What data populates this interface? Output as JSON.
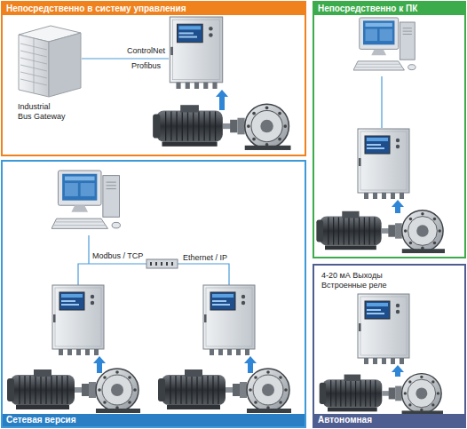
{
  "diagram": {
    "nodes": [
      {
        "text": [
          "Непосредственно в систему управления"
        ]
      },
      {
        "text": [
          "Industrial Bus Gateway"
        ],
        "in": 0
      },
      {
        "text": [
          "Непосредственно к ПК"
        ]
      },
      {
        "text": [
          "Сетевая версия"
        ]
      },
      {
        "text": [
          "Автономная"
        ]
      }
    ],
    "labels": [
      "ControlNet",
      "Profibus",
      "Modbus / TCP",
      "Ethernet / IP",
      "4-20 мА Выходы Встроенные реле"
    ]
  }
}
